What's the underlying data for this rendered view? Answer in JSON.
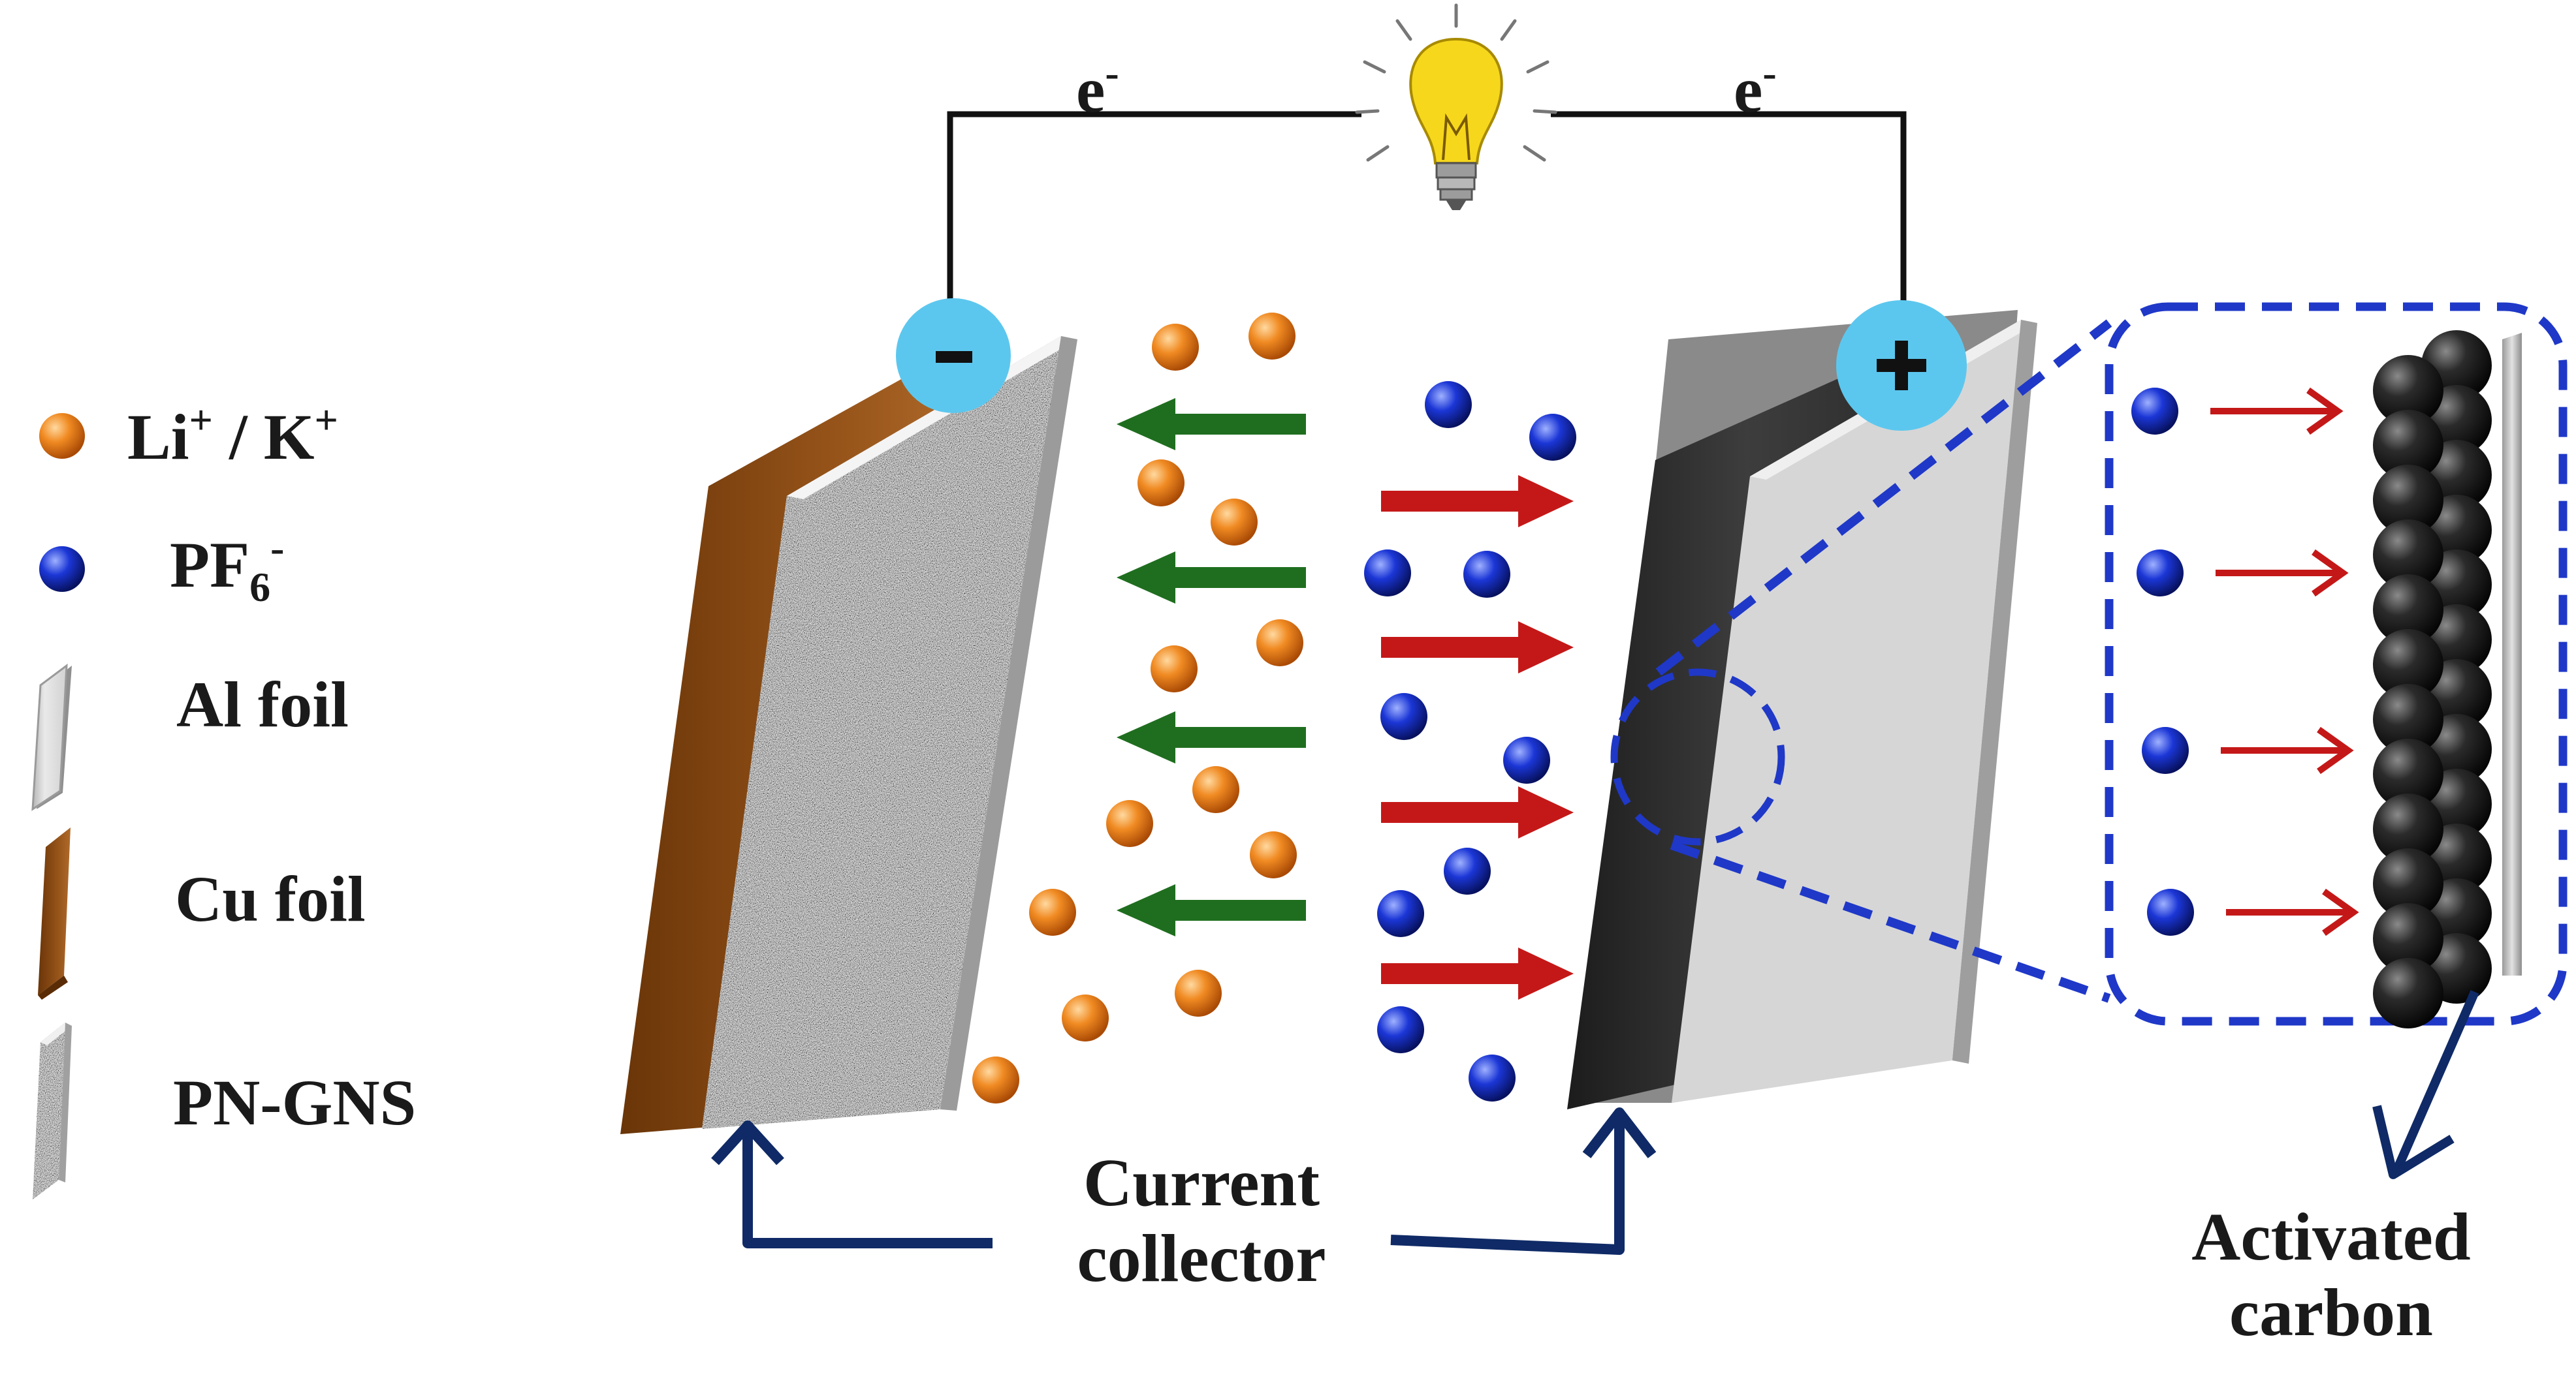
{
  "colors": {
    "cation": "#f07f1a",
    "anion": "#1530c8",
    "copper": "#8a4a12",
    "aluminum": "#d8d8d8",
    "activated_carbon": "#262626",
    "cation_arrow": "#1f6e1f",
    "anion_arrow": "#c41818",
    "terminal": "#5cc7ee",
    "zoom_outline": "#1f38c8",
    "pointer_arrow": "#0f2a66",
    "bulb": "#f5d21a"
  },
  "legend": {
    "cation": {
      "main": "Li",
      "sup1": "+",
      "mid": " / K",
      "sup2": "+",
      "icon": "orange-sphere-icon"
    },
    "anion": {
      "main": "PF",
      "sub": "6",
      "sup": "-",
      "icon": "blue-sphere-icon"
    },
    "al_foil": {
      "label": "Al foil",
      "icon": "al-foil-icon"
    },
    "cu_foil": {
      "label": "Cu foil",
      "icon": "cu-foil-icon"
    },
    "pn_gns": {
      "label": "PN-GNS",
      "icon": "pn-gns-icon"
    }
  },
  "circuit": {
    "electron_left": {
      "main": "e",
      "sup": "-"
    },
    "electron_right": {
      "main": "e",
      "sup": "-"
    },
    "bulb_icon": "light-bulb-icon",
    "negative_terminal": "−",
    "positive_terminal": "+"
  },
  "labels": {
    "current_collector": "Current collector",
    "activated_carbon": "Activated carbon"
  }
}
